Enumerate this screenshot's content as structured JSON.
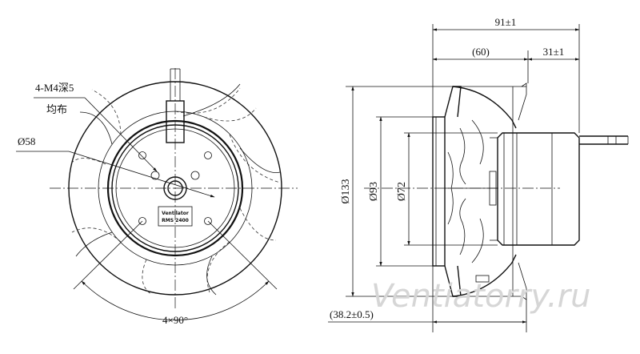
{
  "front_view": {
    "thread_callout": "4-M4深5",
    "thread_note": "均布",
    "mount_diameter": "Ø58",
    "angle_callout": "4×90°",
    "label_line1": "Ventilator",
    "label_line2": "RMS 2400"
  },
  "side_view": {
    "overall_length": "91±1",
    "body_length": "(60)",
    "motor_length": "31±1",
    "outer_diameter": "Ø133",
    "inner_diameter": "Ø93",
    "hub_diameter": "Ø72",
    "offset": "(38.2±0.5)"
  },
  "watermark": "Ventiatorry.ru"
}
